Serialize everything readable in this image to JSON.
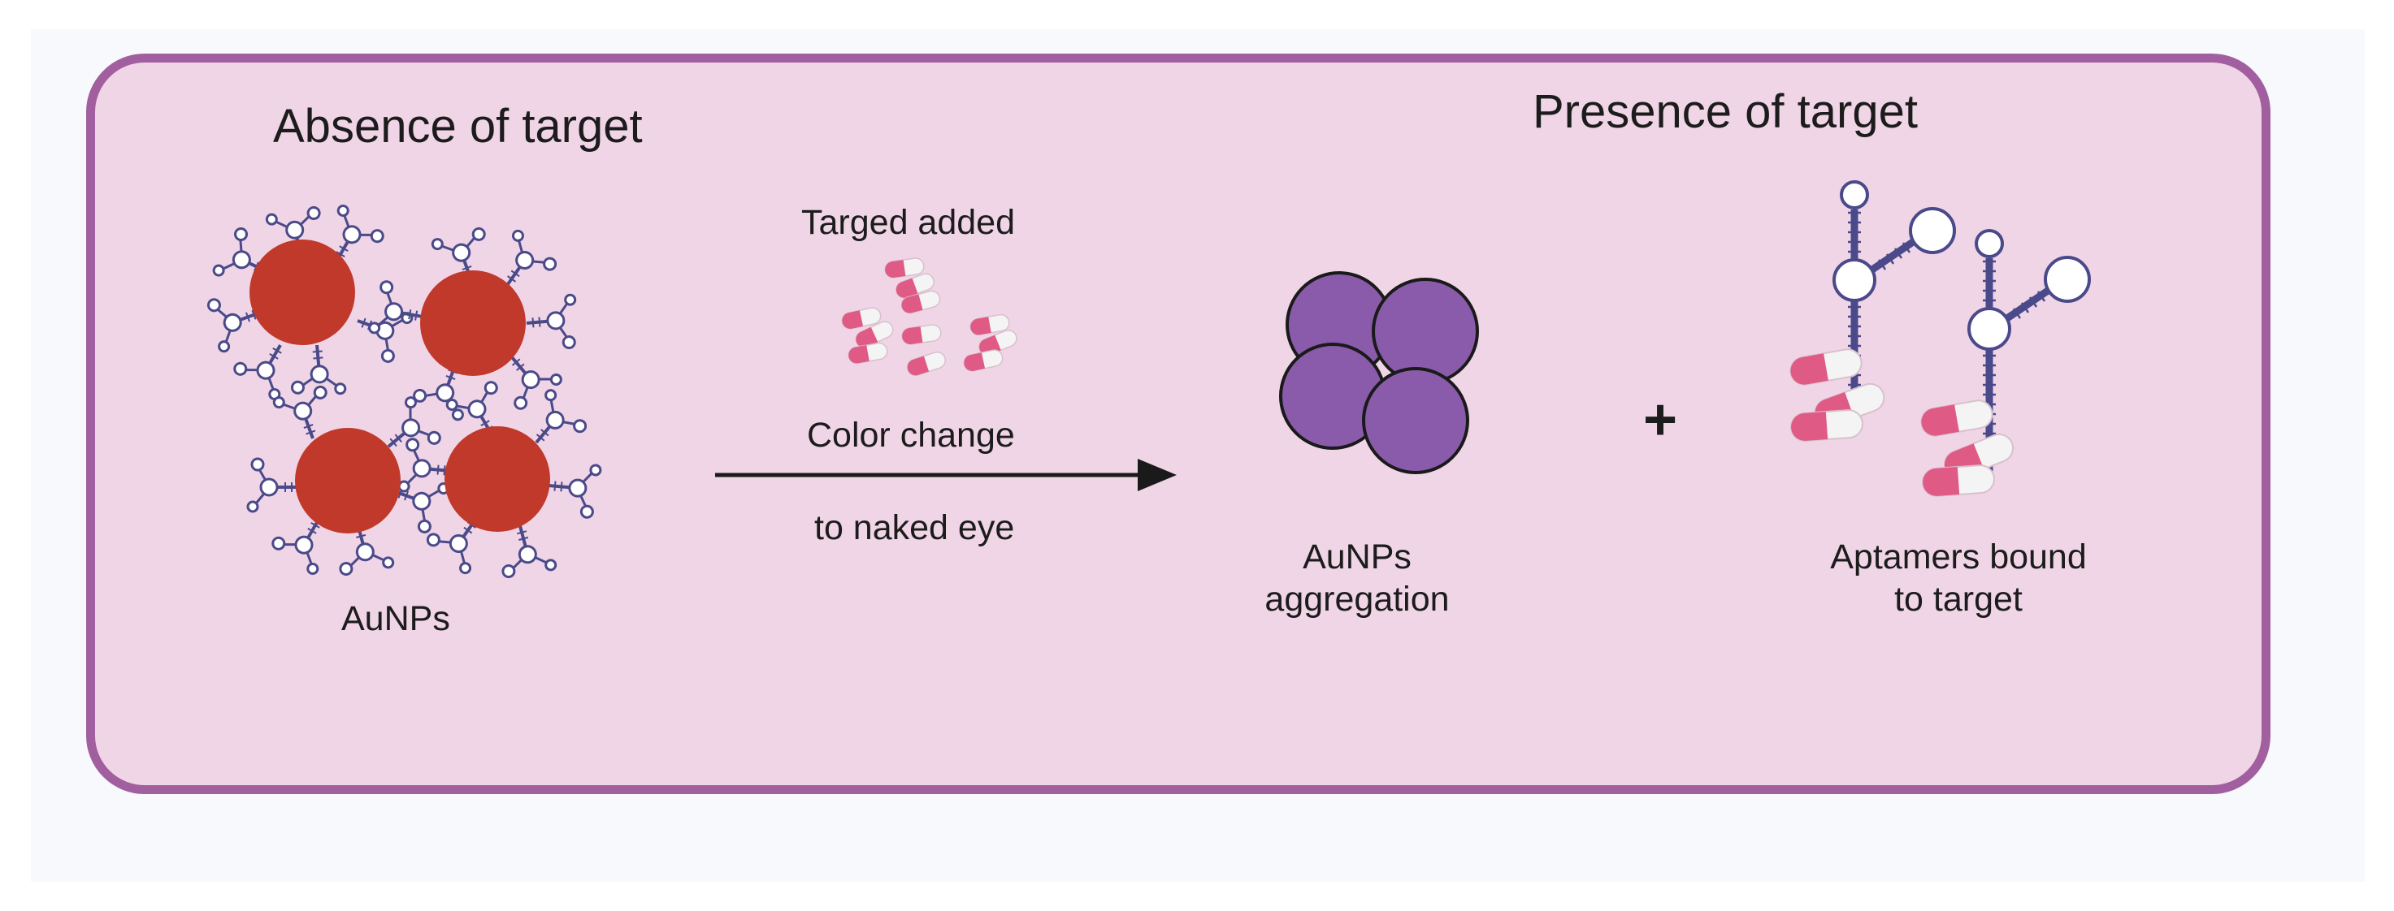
{
  "headings": {
    "absence": "Absence of target",
    "presence": "Presence of target"
  },
  "labels": {
    "aunps": "AuNPs",
    "target_added": "Targed added",
    "color_change": "Color change",
    "naked_eye": "to naked eye",
    "aggregation_line1": "AuNPs",
    "aggregation_line2": "aggregation",
    "plus": "+",
    "bound_line1": "Aptamers bound",
    "bound_line2": "to target"
  },
  "colors": {
    "panel_fill": "#f0d5e6",
    "panel_border": "#a15f9f",
    "gold_nanoparticle": "#c0392b",
    "aggregated_nanoparticle": "#8a5aab",
    "aptamer": "#4a4a8a",
    "capsule_pink": "#e05a86",
    "capsule_white": "#f4f4f4",
    "arrow": "#1a1a1a"
  },
  "icons": [
    "gold-nanoparticle-icon",
    "aptamer-icon",
    "capsule-icon",
    "arrow-icon"
  ]
}
